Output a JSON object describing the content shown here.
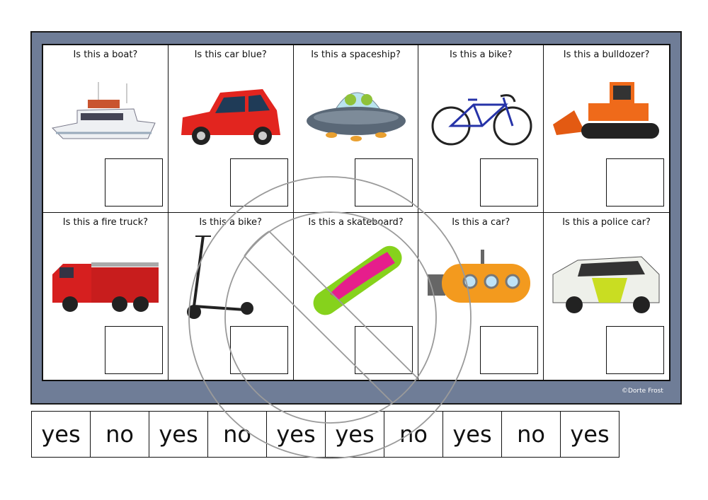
{
  "cards": [
    {
      "question": "Is this a boat?",
      "picture": "boat"
    },
    {
      "question": "Is this car blue?",
      "picture": "red-car"
    },
    {
      "question": "Is this a spaceship?",
      "picture": "spaceship"
    },
    {
      "question": "Is this a bike?",
      "picture": "bike"
    },
    {
      "question": "Is this a bulldozer?",
      "picture": "bulldozer"
    },
    {
      "question": "Is this a fire truck?",
      "picture": "fire-truck"
    },
    {
      "question": "Is this a bike?",
      "picture": "scooter"
    },
    {
      "question": "Is this a skateboard?",
      "picture": "skateboard"
    },
    {
      "question": "Is this a car?",
      "picture": "submarine"
    },
    {
      "question": "Is this a police car?",
      "picture": "police-car"
    }
  ],
  "copyright": "©Dorte Frost",
  "answers": [
    "yes",
    "no",
    "yes",
    "no",
    "yes",
    "yes",
    "no",
    "yes",
    "no",
    "yes"
  ],
  "colors": {
    "frame": "#6f7d97",
    "watermark": "#9a9a9a"
  }
}
